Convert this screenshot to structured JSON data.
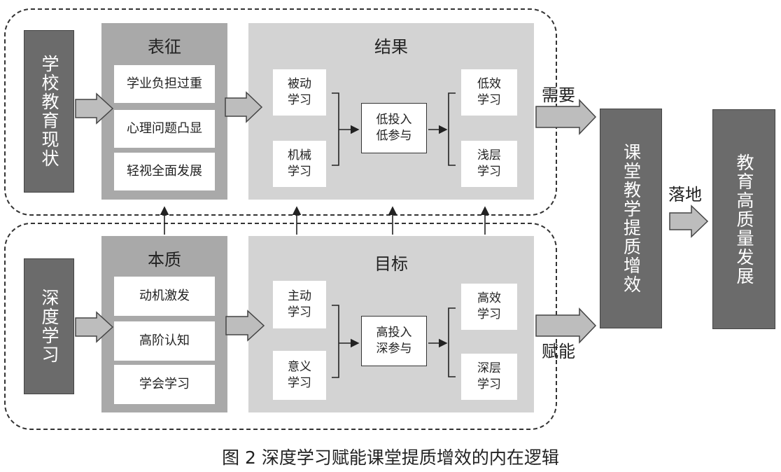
{
  "top_group": {
    "school_status": "学校教育现状",
    "representation": {
      "title": "表征",
      "items": [
        "学业负担过重",
        "心理问题凸显",
        "轻视全面发展"
      ]
    },
    "result": {
      "title": "结果",
      "inputs": [
        "被动\n学习",
        "机械\n学习"
      ],
      "center": "低投入\n低参与",
      "outputs": [
        "低效\n学习",
        "浅层\n学习"
      ]
    }
  },
  "bottom_group": {
    "deep_learning": "深度学习",
    "essence": {
      "title": "本质",
      "items": [
        "动机激发",
        "高阶认知",
        "学会学习"
      ]
    },
    "goal": {
      "title": "目标",
      "inputs": [
        "主动\n学习",
        "意义\n学习"
      ],
      "center": "高投入\n深参与",
      "outputs": [
        "高效\n学习",
        "深层\n学习"
      ]
    }
  },
  "labels": {
    "need": "需要",
    "empower": "赋能",
    "land": "落地"
  },
  "classroom": "课堂教学提质增效",
  "education": "教育高质量发展",
  "caption": "图 2 深度学习赋能课堂提质增效的内在逻辑"
}
